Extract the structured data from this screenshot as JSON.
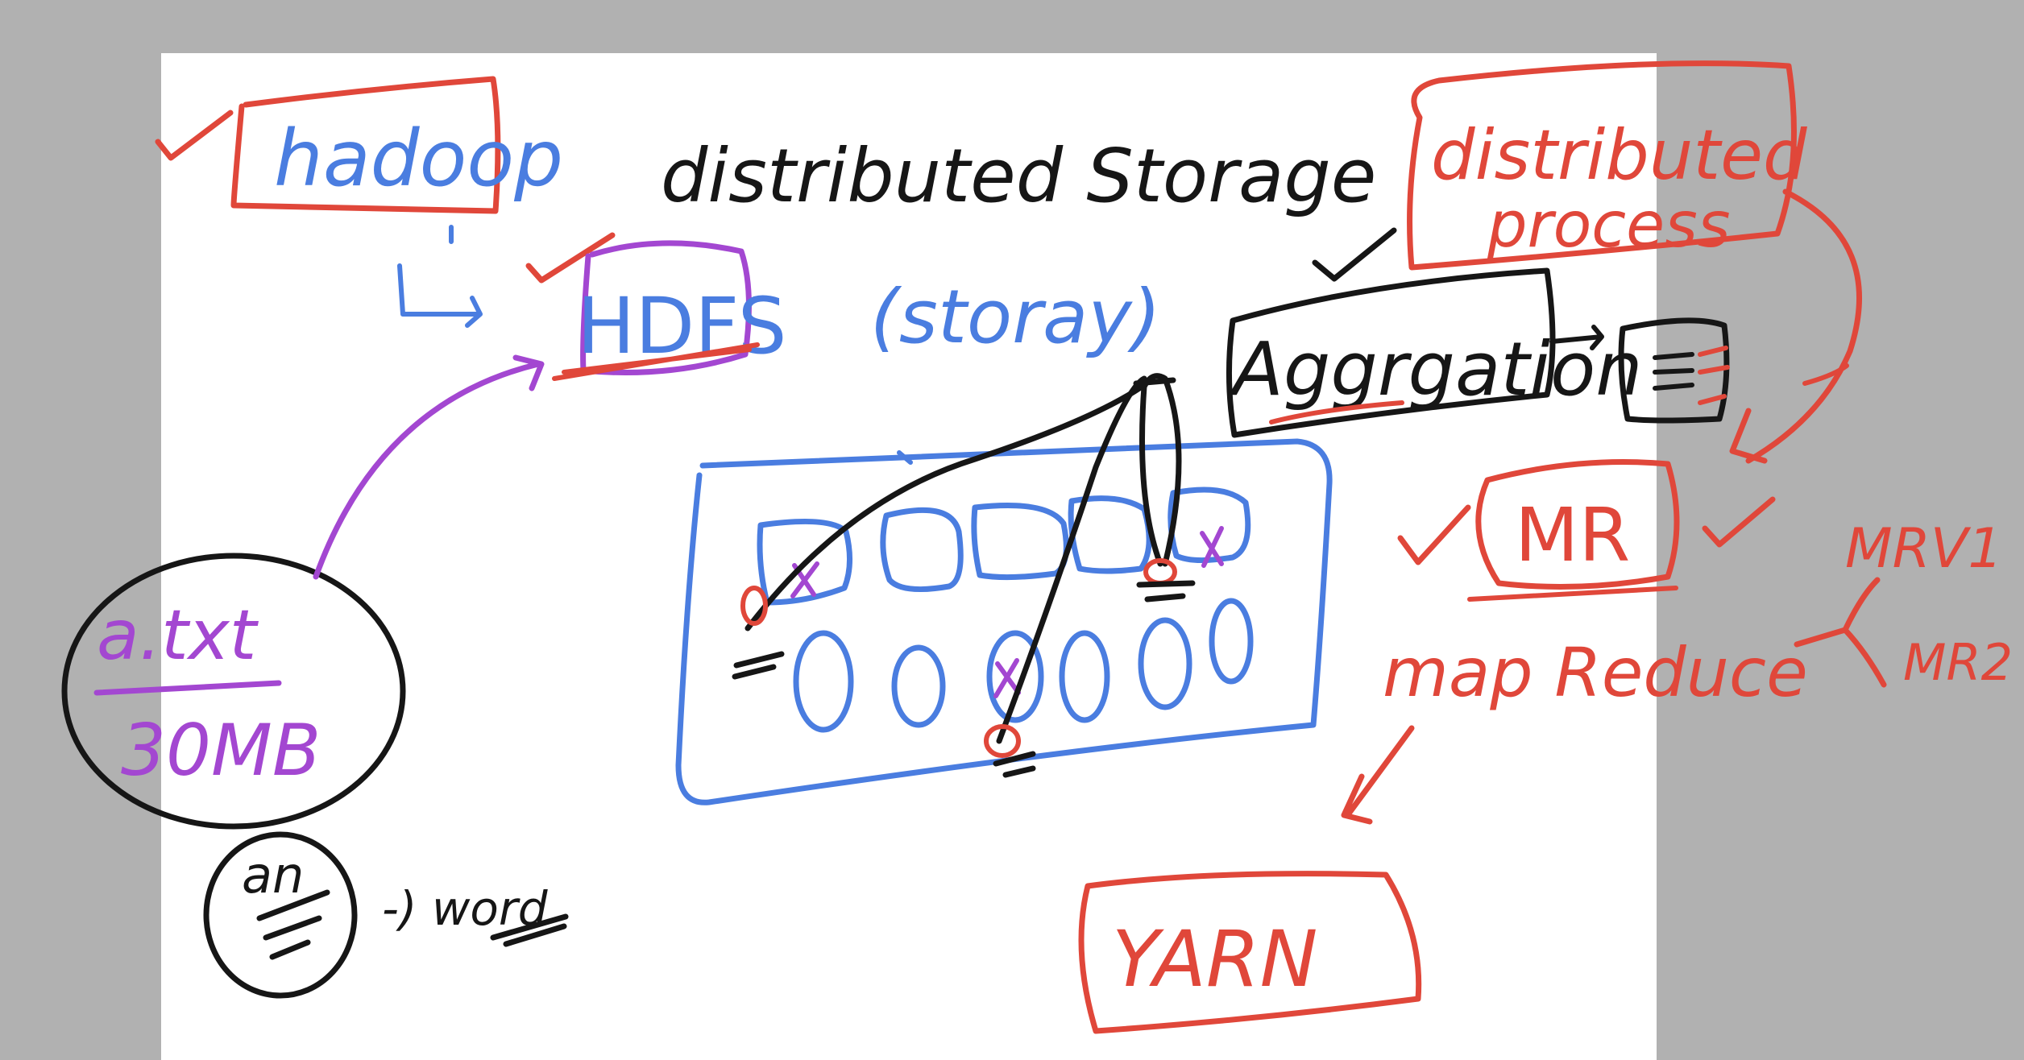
{
  "labels": {
    "hadoop": "hadoop",
    "distributed_storage": "distributed Storage",
    "hdfs": "HDFS",
    "storage": "(storay)",
    "distributed_process_line1": "distributed",
    "distributed_process_line2": "process",
    "aggregation": "Aggrgation",
    "mr": "MR",
    "map_reduce": "map Reduce",
    "mr1": "MRV1",
    "mr2": "MR2",
    "yarn": "YARN",
    "file_name": "a.txt",
    "file_size": "30MB",
    "word_arrow": "-) word",
    "circle_word": "an"
  },
  "colors": {
    "background": "#b1b1b1",
    "page": "#ffffff",
    "red": "#e0473a",
    "blue": "#4a7de0",
    "purple": "#a347d1",
    "black": "#161616"
  }
}
